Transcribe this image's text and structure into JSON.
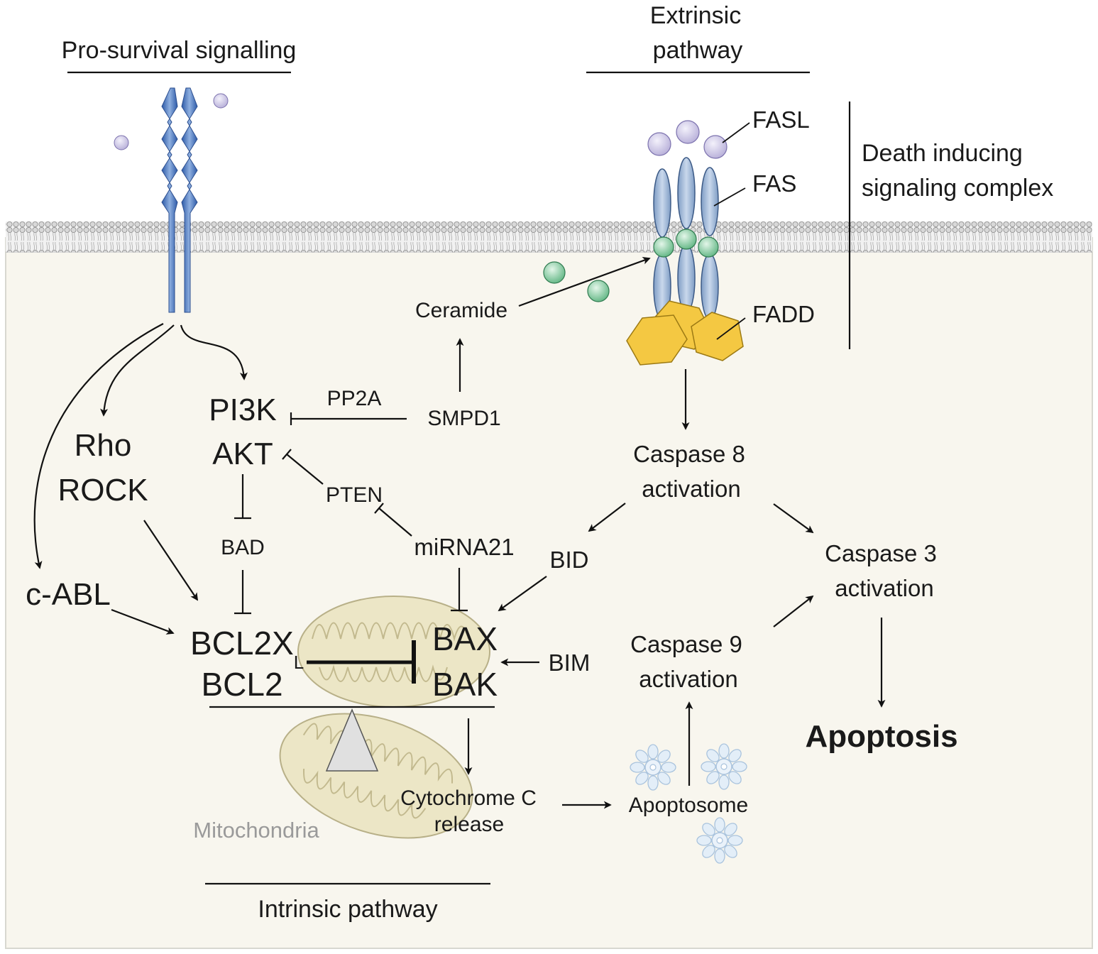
{
  "headers": {
    "pro_survival": "Pro-survival signalling",
    "extrinsic_line1": "Extrinsic",
    "extrinsic_line2": "pathway",
    "intrinsic": "Intrinsic pathway",
    "disc_line1": "Death inducing",
    "disc_line2": "signaling complex"
  },
  "receptor_labels": {
    "fasl": "FASL",
    "fas": "FAS",
    "fadd": "FADD"
  },
  "nodes": {
    "ceramide": "Ceramide",
    "smpd1": "SMPD1",
    "pp2a": "PP2A",
    "pi3k": "PI3K",
    "akt": "AKT",
    "rho": "Rho",
    "rock": "ROCK",
    "pten": "PTEN",
    "bad": "BAD",
    "mirna21": "miRNA21",
    "cabl": "c-ABL",
    "bcl2xl": "BCL2X",
    "bcl2xl_sub": "L",
    "bcl2": "BCL2",
    "bax": "BAX",
    "bak": "BAK",
    "bid": "BID",
    "bim": "BIM",
    "caspase8_line1": "Caspase 8",
    "caspase8_line2": "activation",
    "caspase3_line1": "Caspase 3",
    "caspase3_line2": "activation",
    "caspase9_line1": "Caspase 9",
    "caspase9_line2": "activation",
    "cytc_line1": "Cytochrome C",
    "cytc_line2": "release",
    "apoptosome": "Apoptosome",
    "mitochondria": "Mitochondria",
    "apoptosis": "Apoptosis"
  },
  "colors": {
    "receptor_blue": "#4a72b8",
    "fas_blue": "#a9bfd9",
    "ligand_lilac": "#cfc9e8",
    "ceramide_green": "#7cc79a",
    "fadd_yellow": "#f4c842",
    "cytoplasm": "#f8f6ee",
    "mitochondria_fill": "#ece6c6"
  }
}
